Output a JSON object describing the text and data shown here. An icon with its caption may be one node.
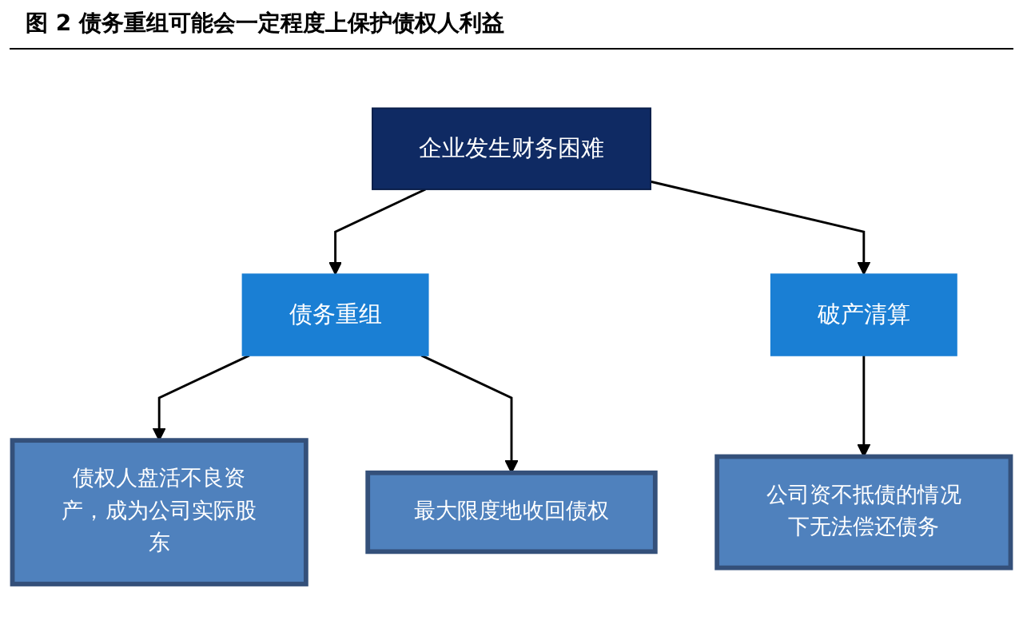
{
  "diagram": {
    "title": "图 2 债务重组可能会一定程度上保护债权人利益",
    "nodes": [
      {
        "text": [
          "企业发生财务困难"
        ]
      },
      {
        "text": [
          "债务重组"
        ]
      },
      {
        "text": [
          "破产清算"
        ]
      },
      {
        "text": [
          "债权人盘活不良资产，成为公司实际股东"
        ]
      },
      {
        "text": [
          "最大限度地收回债权"
        ]
      },
      {
        "text": [
          "公司资不抵债的情况下无法偿还债务"
        ]
      }
    ],
    "edges": [
      {
        "from": 0,
        "to": 1,
        "arrow": "to"
      },
      {
        "from": 0,
        "to": 2,
        "arrow": "to"
      },
      {
        "from": 1,
        "to": 3,
        "arrow": "to"
      },
      {
        "from": 1,
        "to": 4,
        "arrow": "to"
      },
      {
        "from": 2,
        "to": 5,
        "arrow": "to"
      }
    ]
  }
}
